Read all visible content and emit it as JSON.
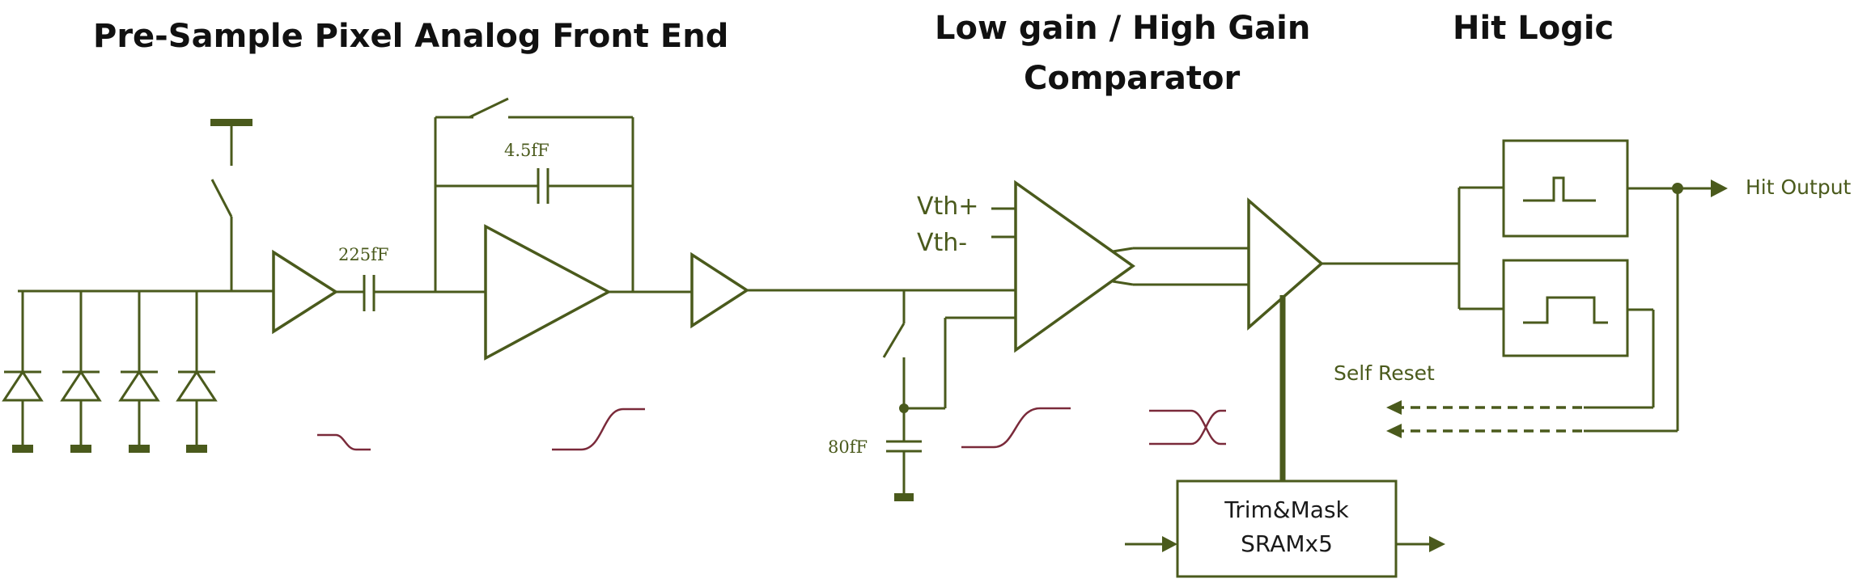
{
  "titles": {
    "front_end": "Pre-Sample Pixel Analog Front End",
    "comparator_line1": "Low gain / High Gain",
    "comparator_line2": "Comparator",
    "hit_logic": "Hit Logic"
  },
  "labels": {
    "cap_225": "225fF",
    "cap_feedback": "4.5fF",
    "cap_80": "80fF",
    "vth_plus": "Vth+",
    "vth_minus": "Vth-",
    "hit_output": "Hit Output",
    "self_reset": "Self Reset",
    "sram_line1": "Trim&Mask",
    "sram_line2": "SRAMx5"
  },
  "colors": {
    "wire": "#4a5a1c",
    "waveform": "#7a2a3a",
    "title": "#111111"
  }
}
